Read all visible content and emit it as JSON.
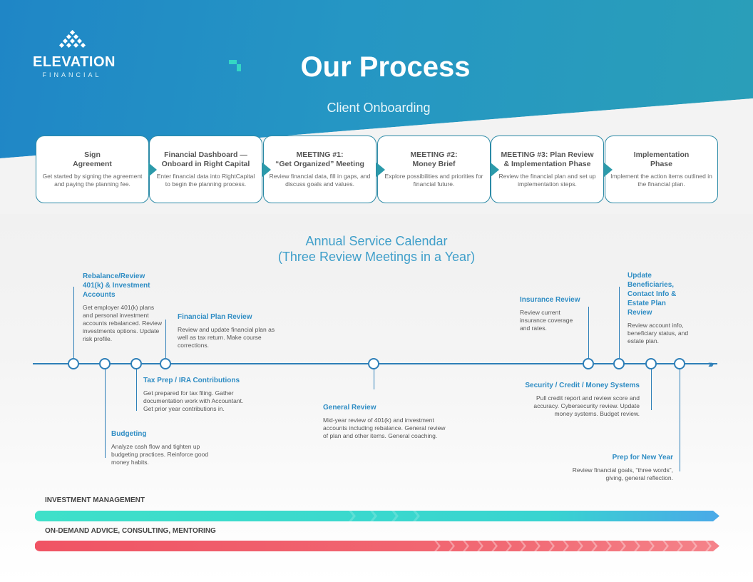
{
  "brand": {
    "name": "ELEVATION",
    "sub": "FINANCIAL"
  },
  "header": {
    "title": "Our Process",
    "subtitle": "Client Onboarding"
  },
  "colors": {
    "primary_blue": "#1f86c6",
    "teal": "#2b9aaa",
    "accent_teal": "#34d6c4",
    "accent_red": "#f05a6a"
  },
  "steps": [
    {
      "title": "Sign\nAgreement",
      "desc": "Get started by signing the agreement and paying the planning fee."
    },
    {
      "title": "Financial Dashboard —\nOnboard in Right Capital",
      "desc": "Enter financial data into RightCapital to begin the planning process."
    },
    {
      "title": "MEETING #1:\n“Get Organized” Meeting",
      "desc": "Review financial data, fill in gaps, and discuss goals and values."
    },
    {
      "title": "MEETING #2:\nMoney Brief",
      "desc": "Explore possibilities and priorities for  financial future."
    },
    {
      "title": "MEETING #3: Plan Review\n& Implementation Phase",
      "desc": "Review the financial plan and set up implementation steps."
    },
    {
      "title": "Implementation\nPhase",
      "desc": "Implement the action items outlined in the financial plan."
    }
  ],
  "calendar": {
    "title": "Annual Service Calendar",
    "subtitle": "(Three Review Meetings in a Year)",
    "events": {
      "rebalance": {
        "title": "Rebalance/Review\n401(k) & Investment\nAccounts",
        "desc": "Get employer 401(k) plans and personal investment accounts rebalanced. Review investments options. Update risk profile."
      },
      "budgeting": {
        "title": "Budgeting",
        "desc": "Analyze cash flow and tighten up budgeting practices. Reinforce good money habits."
      },
      "taxprep": {
        "title": "Tax Prep / IRA Contributions",
        "desc": "Get prepared for tax filing. Gather documentation work with Accountant. Get prior year contributions in."
      },
      "planreview": {
        "title": "Financial Plan Review",
        "desc": "Review and update financial plan as well as tax return. Make course corrections."
      },
      "general": {
        "title": "General Review",
        "desc": "Mid-year review of 401(k) and investment accounts including rebalance. General review of plan and other items. General coaching."
      },
      "insurance": {
        "title": "Insurance Review",
        "desc": "Review current insurance coverage and rates."
      },
      "security": {
        "title": "Security / Credit / Money Systems",
        "desc": "Pull credit report and review score and accuracy. Cybersecurity review. Update money systems. Budget review."
      },
      "beneficiaries": {
        "title": "Update\nBeneficiaries,\nContact Info &\nEstate Plan\nReview",
        "desc": "Review account info, beneficiary status, and estate plan."
      },
      "newyear": {
        "title": "Prep for New Year",
        "desc": "Review financial goals, “three words”, giving, general reflection."
      }
    }
  },
  "services": {
    "investment": "INVESTMENT MANAGEMENT",
    "advice": "ON-DEMAND ADVICE, CONSULTING, MENTORING"
  }
}
